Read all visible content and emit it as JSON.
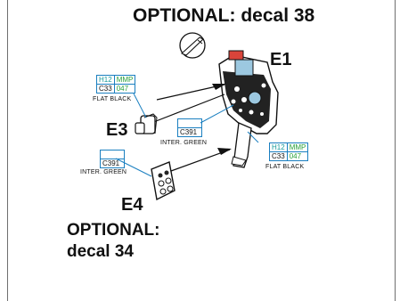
{
  "headings": {
    "optional_top": "OPTIONAL: decal 38",
    "optional_bottom_line1": "OPTIONAL:",
    "optional_bottom_line2": "decal 34"
  },
  "parts": {
    "e1": "E1",
    "e3": "E3",
    "e4": "E4"
  },
  "paint_boxes": {
    "flat_black_left": {
      "codes": [
        "H12",
        "MMP",
        "C33",
        "047"
      ],
      "caption": "FLAT BLACK"
    },
    "inter_green_mid": {
      "codes": [
        "C391"
      ],
      "caption": "INTER. GREEN"
    },
    "flat_black_right": {
      "codes": [
        "H12",
        "MMP",
        "C33",
        "047"
      ],
      "caption": "FLAT BLACK"
    },
    "inter_green_left": {
      "codes": [
        "C391"
      ],
      "caption": "INTER. GREEN"
    }
  },
  "icons": [
    "knife-icon"
  ],
  "colors": {
    "box_border": "#1a7fc0",
    "mr_hobby": "#159a9a",
    "mr_color": "#2aa03a",
    "decal_red": "#d9443a",
    "clear_part": "#9cc8e0"
  }
}
